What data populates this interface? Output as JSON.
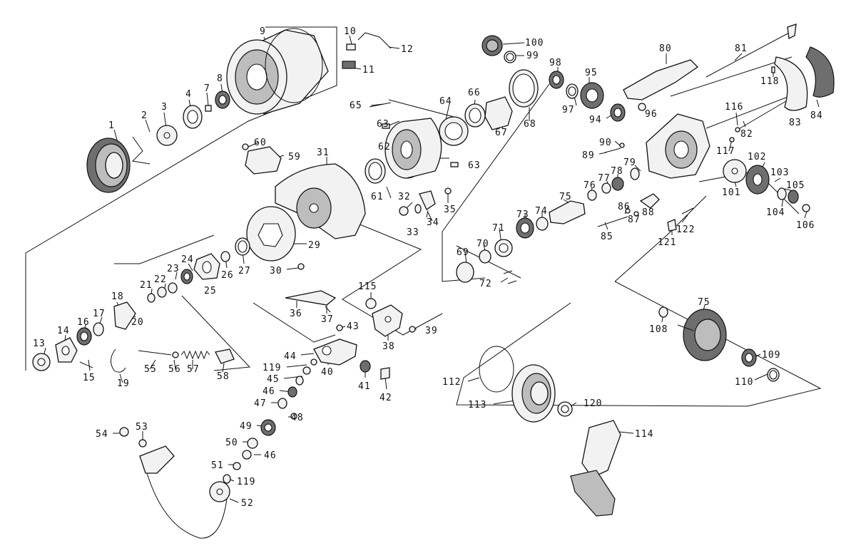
{
  "labels": {
    "p1": "1",
    "p2": "2",
    "p3": "3",
    "p4": "4",
    "p7": "7",
    "p8": "8",
    "p9": "9",
    "p10": "10",
    "p11": "11",
    "p12": "12",
    "p13": "13",
    "p14": "14",
    "p15": "15",
    "p16": "16",
    "p17": "17",
    "p18": "18",
    "p19": "19",
    "p20": "20",
    "p21": "21",
    "p22": "22",
    "p23": "23",
    "p24": "24",
    "p25": "25",
    "p26": "26",
    "p27": "27",
    "p29": "29",
    "p30": "30",
    "p31": "31",
    "p32": "32",
    "p33": "33",
    "p34": "34",
    "p35": "35",
    "p36": "36",
    "p37": "37",
    "p38": "38",
    "p39": "39",
    "p40": "40",
    "p41": "41",
    "p42": "42",
    "p43": "43",
    "p44": "44",
    "p45": "45",
    "p46a": "46",
    "p46b": "46",
    "p47": "47",
    "p48": "48",
    "p49": "49",
    "p50": "50",
    "p51": "51",
    "p52": "52",
    "p53": "53",
    "p54": "54",
    "p55": "55",
    "p56": "56",
    "p57": "57",
    "p58": "58",
    "p59": "59",
    "p60": "60",
    "p61": "61",
    "p62": "62",
    "p63a": "63",
    "p63b": "63",
    "p64": "64",
    "p65": "65",
    "p66": "66",
    "p67": "67",
    "p68": "68",
    "p69": "69",
    "p70": "70",
    "p71": "71",
    "p72": "72",
    "p73": "73",
    "p74": "74",
    "p75a": "75",
    "p75b": "75",
    "p76": "76",
    "p77": "77",
    "p78": "78",
    "p79": "79",
    "p80": "80",
    "p81": "81",
    "p82": "82",
    "p83": "83",
    "p84": "84",
    "p85": "85",
    "p86": "86",
    "p87": "87",
    "p88": "88",
    "p89": "89",
    "p90": "90",
    "p94": "94",
    "p95": "95",
    "p96": "96",
    "p97": "97",
    "p98": "98",
    "p99": "99",
    "p100": "100",
    "p101": "101",
    "p102": "102",
    "p103": "103",
    "p104": "104",
    "p105": "105",
    "p106": "106",
    "p108": "108",
    "p109": "109",
    "p110": "110",
    "p112": "112",
    "p113": "113",
    "p114": "114",
    "p115": "115",
    "p116": "116",
    "p117": "117",
    "p118": "118",
    "p119a": "119",
    "p119b": "119",
    "p120": "120",
    "p121": "121",
    "p122": "122"
  }
}
